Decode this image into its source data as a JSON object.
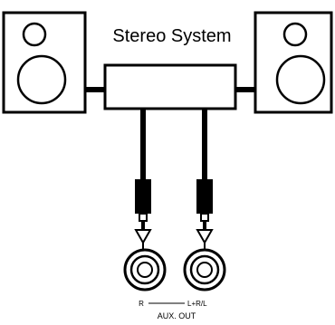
{
  "diagram": {
    "title": "Stereo System",
    "jack_label_left": "R",
    "jack_label_right": "L+R/L",
    "output_label": "AUX. OUT"
  },
  "colors": {
    "line": "#000000",
    "background": "#ffffff"
  },
  "icons": {
    "left_speaker": "speaker-icon",
    "right_speaker": "speaker-icon",
    "left_plug": "phone-plug-icon",
    "right_plug": "phone-plug-icon",
    "left_jack": "rca-jack-icon",
    "right_jack": "rca-jack-icon"
  }
}
